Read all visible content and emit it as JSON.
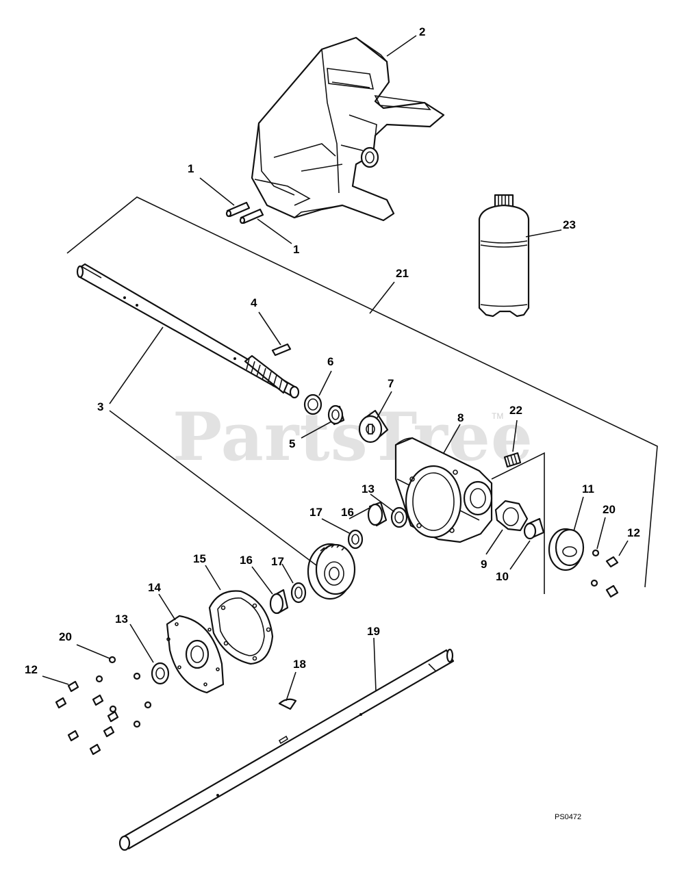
{
  "watermark": {
    "text": "PartsTree",
    "trademark": "TM"
  },
  "drawing_code": "PS0472",
  "callouts": {
    "c1a": "1",
    "c1b": "1",
    "c2": "2",
    "c3": "3",
    "c4": "4",
    "c5": "5",
    "c6": "6",
    "c7": "7",
    "c8": "8",
    "c9": "9",
    "c10": "10",
    "c11": "11",
    "c12a": "12",
    "c12b": "12",
    "c13a": "13",
    "c13b": "13",
    "c14": "14",
    "c15": "15",
    "c16a": "16",
    "c16b": "16",
    "c17a": "17",
    "c17b": "17",
    "c18": "18",
    "c19": "19",
    "c20a": "20",
    "c20b": "20",
    "c21": "21",
    "c22": "22",
    "c23": "23"
  },
  "colors": {
    "line": "#111111",
    "background": "#ffffff",
    "watermark": "#d9d9d9"
  }
}
